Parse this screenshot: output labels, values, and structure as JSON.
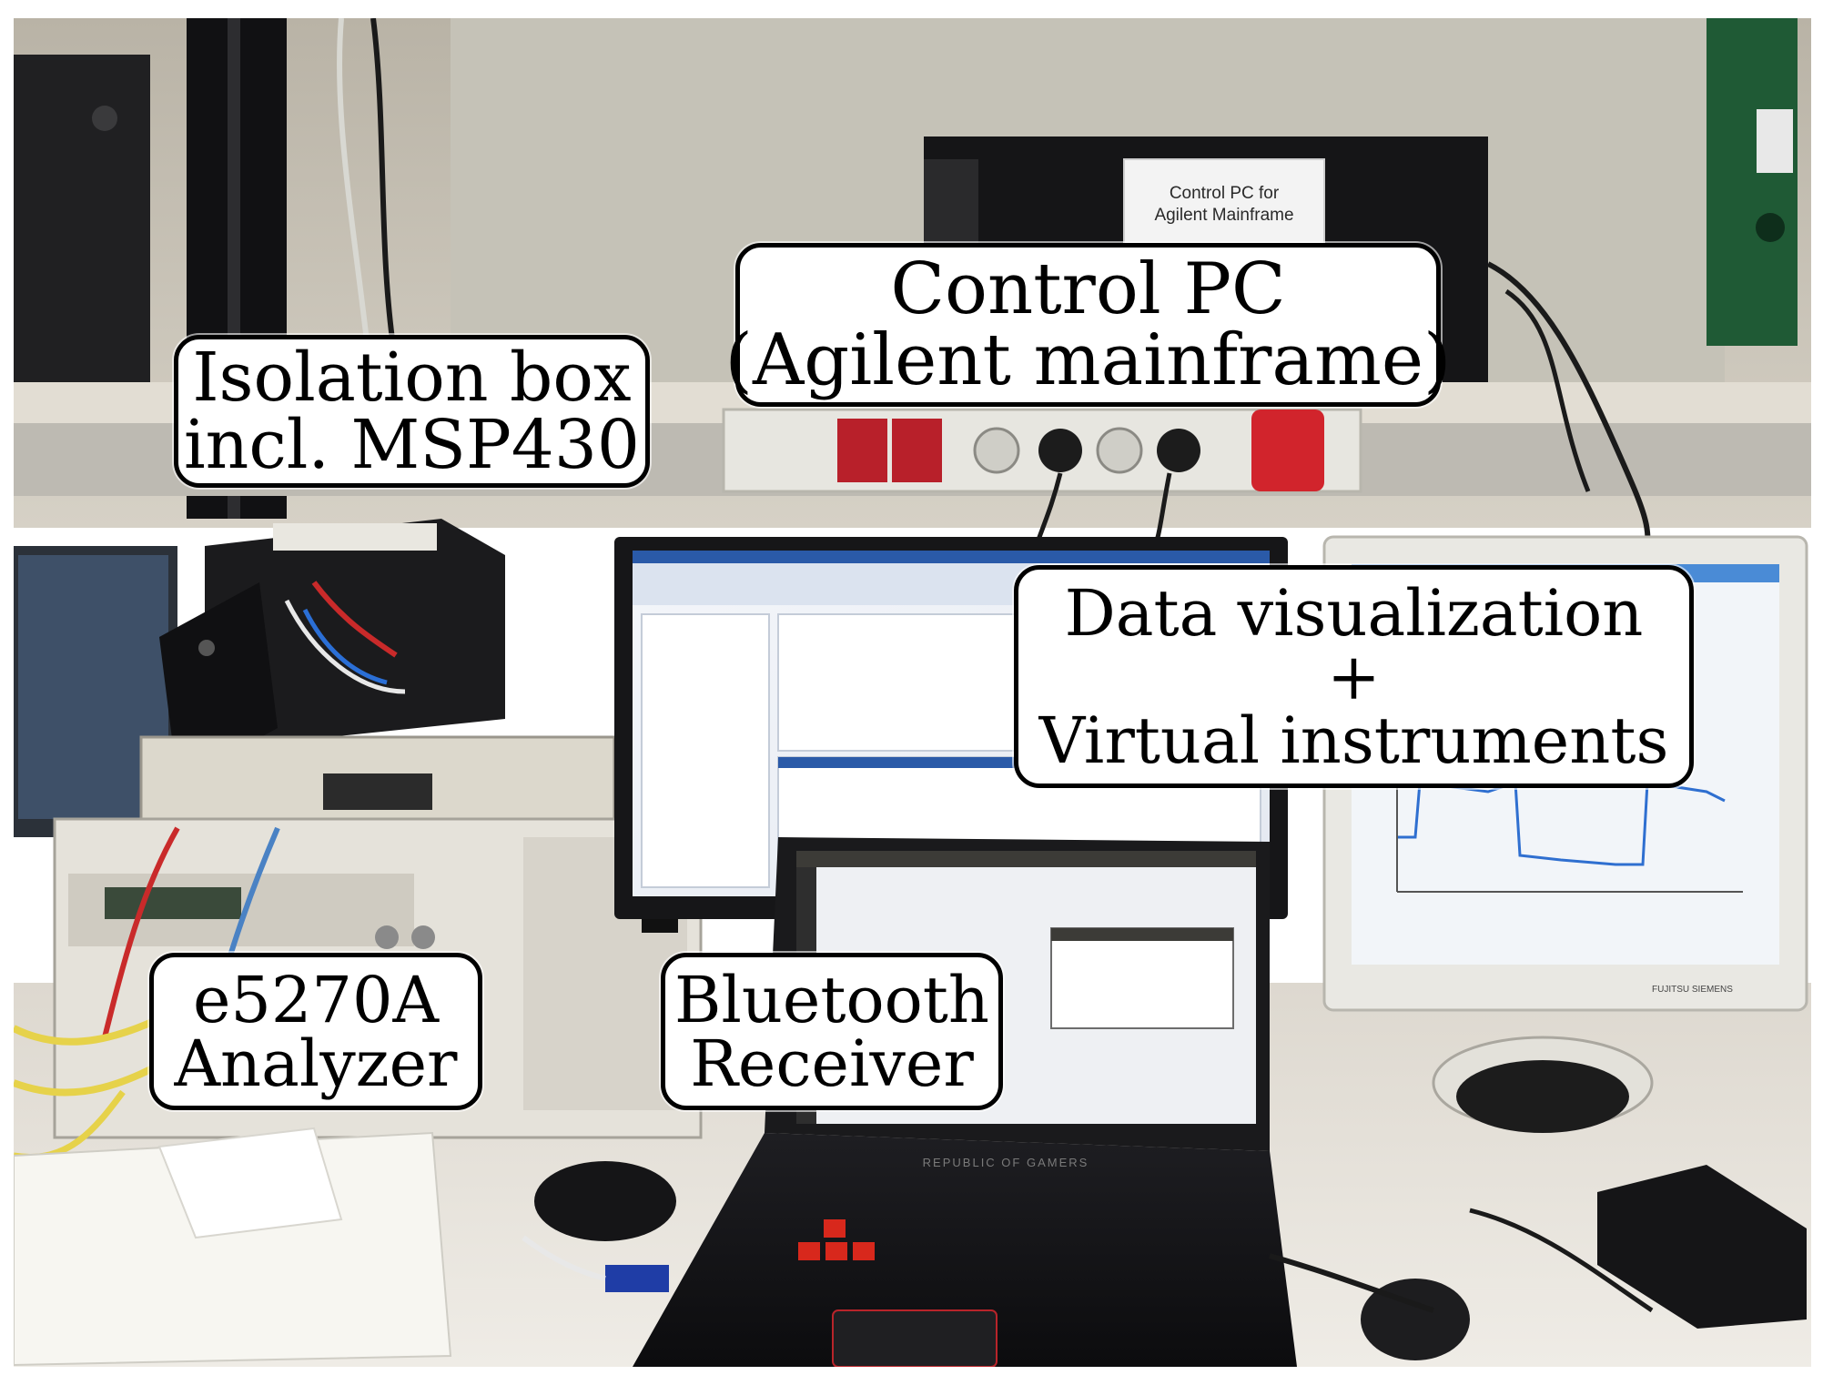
{
  "labels": {
    "isolation_box": {
      "line1": "Isolation box",
      "line2": "incl. MSP430"
    },
    "control_pc": {
      "line1": "Control PC",
      "line2": "(Agilent mainframe)"
    },
    "data_visualization": {
      "line1": "Data visualization",
      "line2": "+",
      "line3": "Virtual instruments"
    },
    "analyzer": {
      "line1": "e5270A",
      "line2": "Analyzer"
    },
    "bluetooth": {
      "line1": "Bluetooth",
      "line2": "Receiver"
    }
  },
  "scene_text": {
    "pc_sign_line1": "Control PC for",
    "pc_sign_line2": "Agilent Mainframe",
    "laptop_brand": "REPUBLIC OF GAMERS",
    "monitor_brand": "FUJITSU SIEMENS"
  },
  "colors": {
    "wall": "#c9c4b8",
    "shelf": "#d8d3c8",
    "desk": "#e6e2da",
    "callout_border": "#000000",
    "callout_fill": "#ffffff",
    "matlab_blue": "#2a5aa8",
    "laptop_key_red": "#d8281c"
  }
}
